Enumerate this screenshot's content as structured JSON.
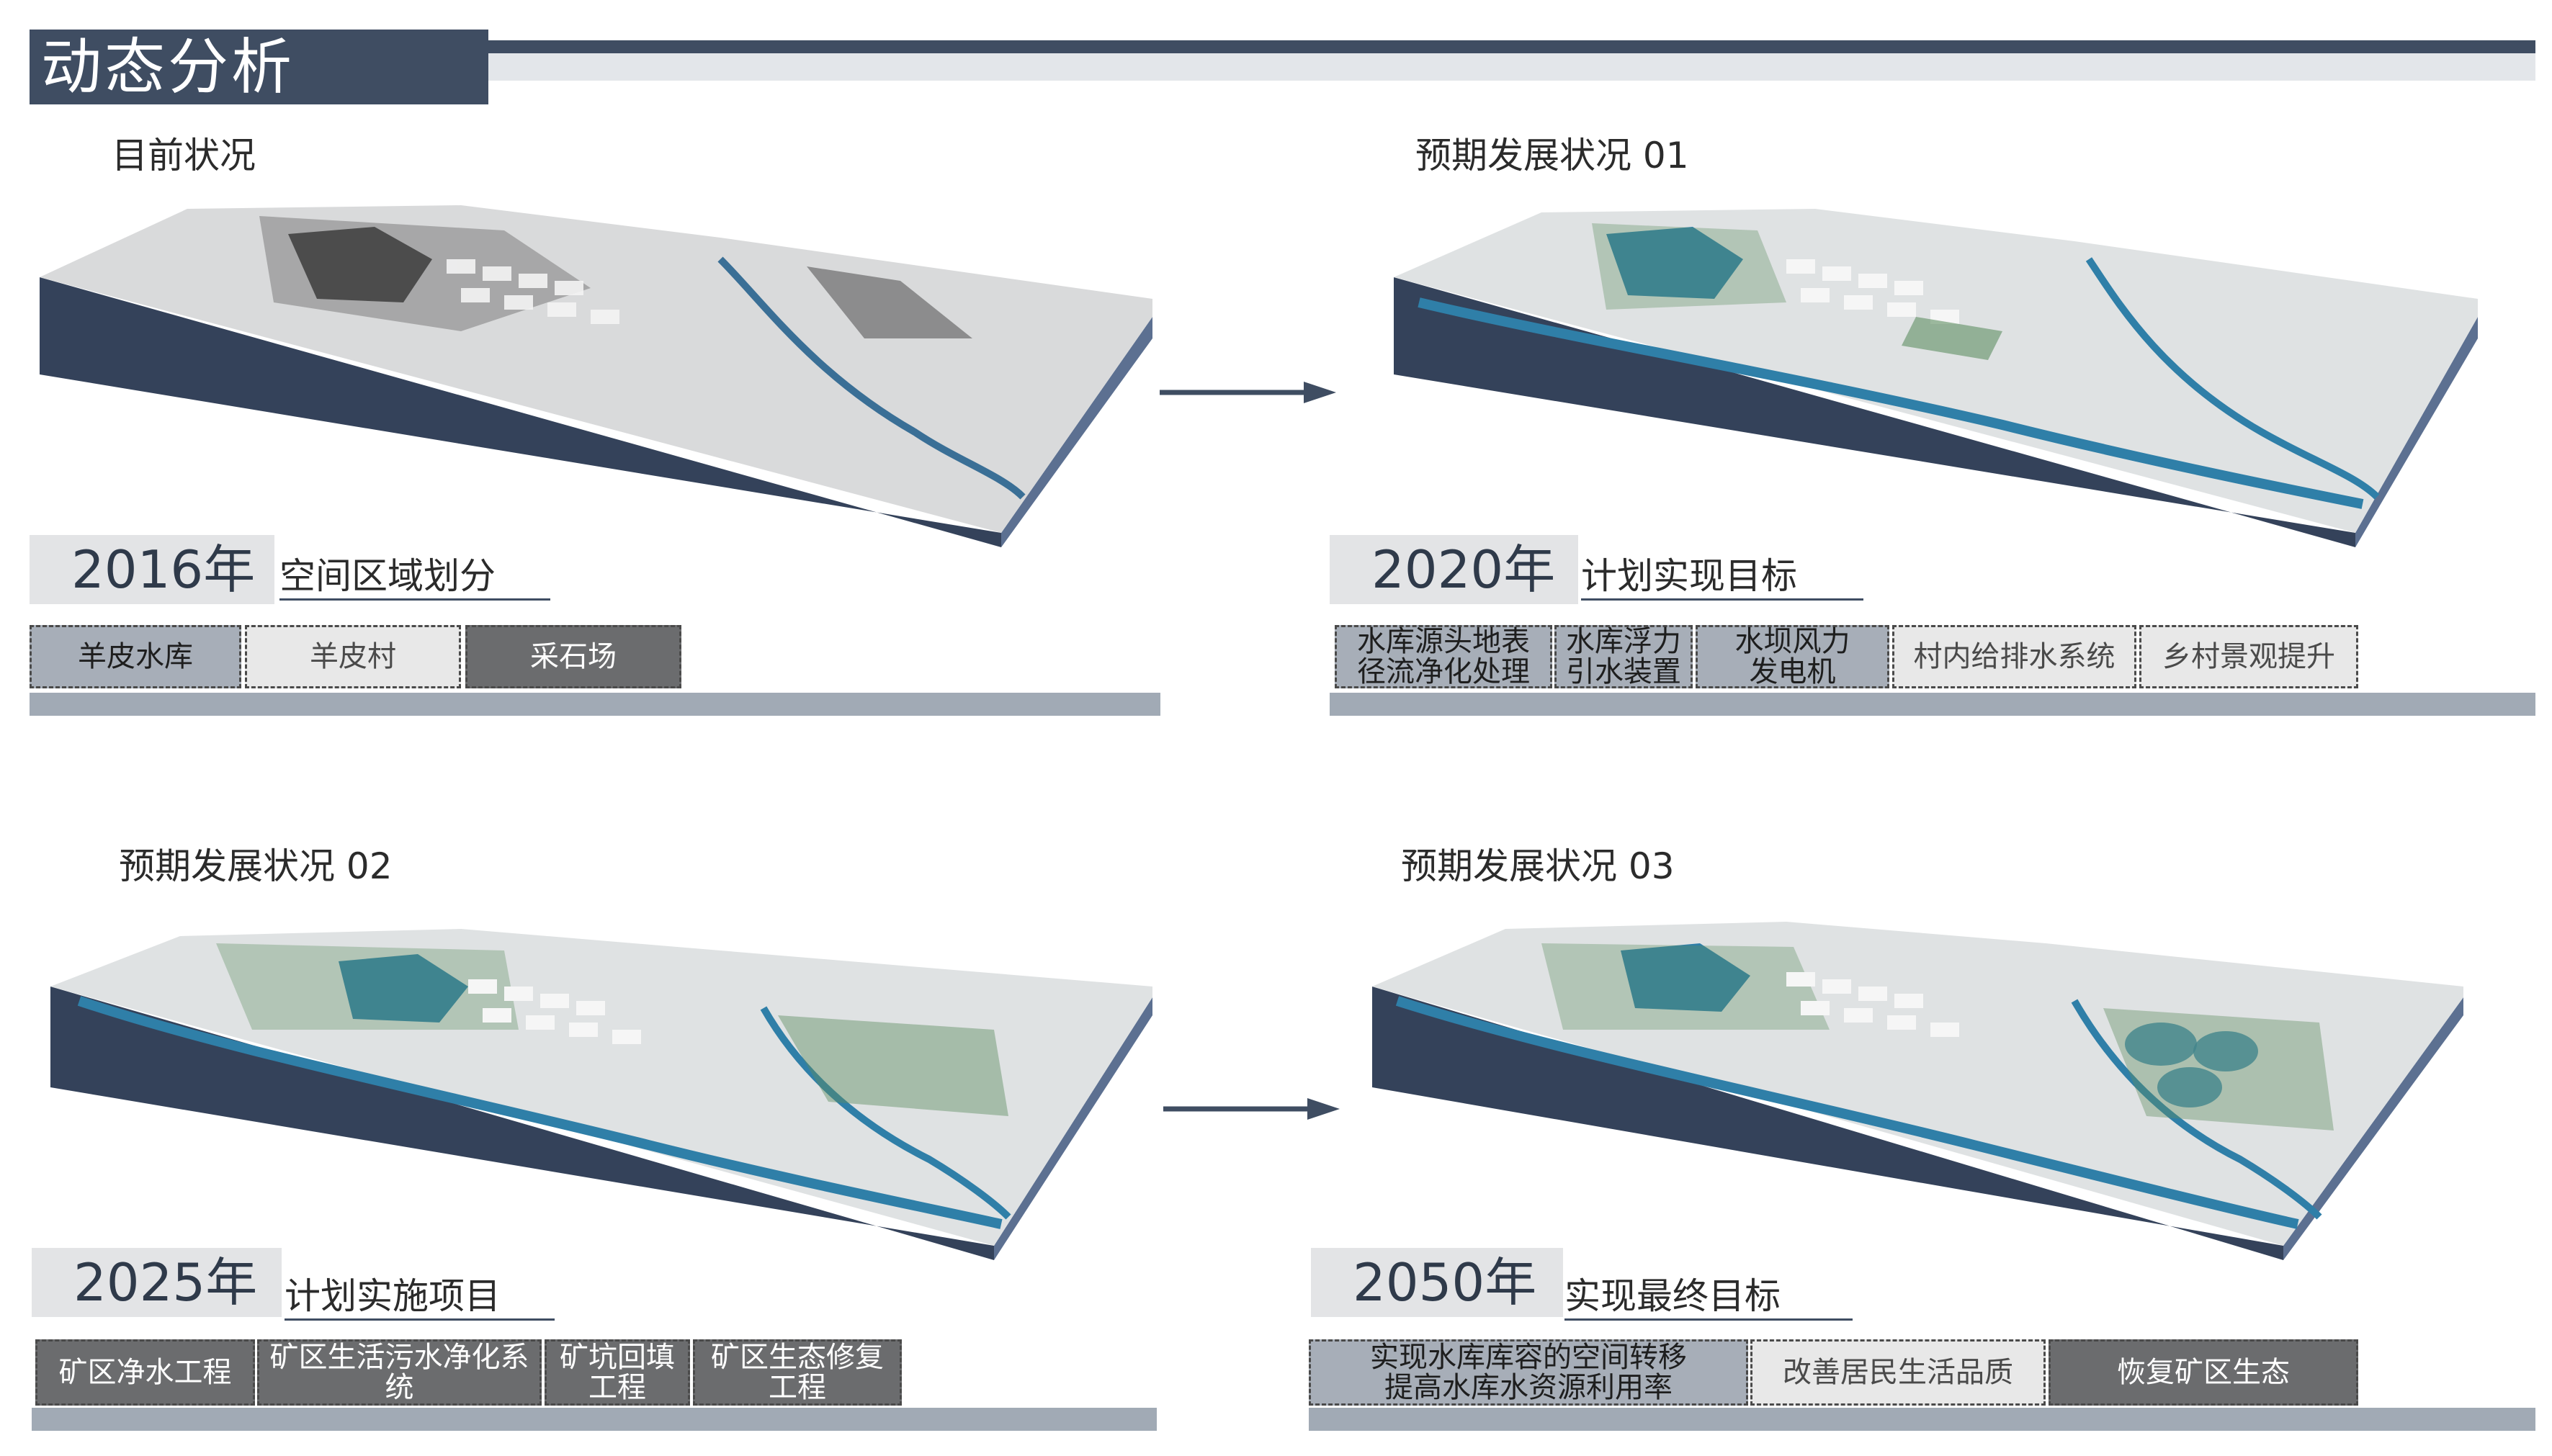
{
  "header": {
    "title": "动态分析"
  },
  "panels": [
    {
      "label": "目前状况",
      "year": "2016年",
      "subtitle": "空间区域划分",
      "tags": [
        "羊皮水库",
        "羊皮村",
        "采石场"
      ]
    },
    {
      "label": "预期发展状况  01",
      "year": "2020年",
      "subtitle": "计划实现目标",
      "tags": [
        "水库源头地表\n径流净化处理",
        "水库浮力\n引水装置",
        "水坝风力\n发电机",
        "村内给排水系统",
        "乡村景观提升"
      ]
    },
    {
      "label": "预期发展状况  02",
      "year": "2025年",
      "subtitle": "计划实施项目",
      "tags": [
        "矿区净水工程",
        "矿区生活污水净化系统",
        "矿坑回填\n工程",
        "矿区生态修复\n工程"
      ]
    },
    {
      "label": "预期发展状况  03",
      "year": "2050年",
      "subtitle": "实现最终目标",
      "tags": [
        "实现水库库容的空间转移\n提高水库水资源利用率",
        "改善居民生活品质",
        "恢复矿区生态"
      ]
    }
  ],
  "icons": {
    "arrow": "right-arrow-icon",
    "terrain": "terrain-model"
  },
  "colors": {
    "navy": "#3f4d62",
    "water": "#2f7fa8",
    "green": "#5f8f62",
    "gray": "#a1aab5"
  }
}
